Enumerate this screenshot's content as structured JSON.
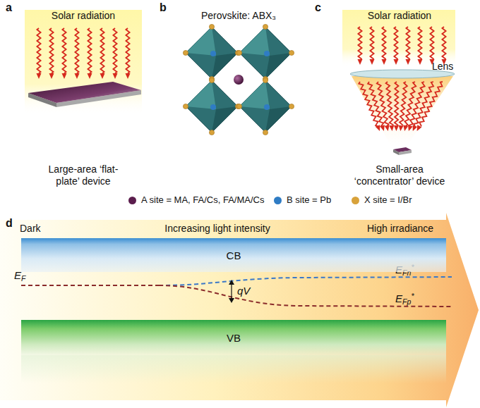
{
  "diagram": {
    "nodes": [
      {
        "text": [
          "CB"
        ]
      },
      {
        "text": [
          "VB"
        ]
      }
    ],
    "labels": [
      "a",
      "Solar radiation",
      "Large-area ‘flat-plate’ device",
      "b",
      "Perovskite: ABX₃",
      "c",
      "Solar radiation",
      "Lens",
      "Small-area ‘concentrator’ device",
      "d",
      "Dark",
      "Increasing light intensity",
      "High irradiance",
      "EF",
      "qV",
      "EFn*",
      "EFp*"
    ],
    "legend": [
      {
        "text": "A site = MA, FA/Cs, FA/MA/Cs",
        "color": "#5b1d4d"
      },
      {
        "text": "B site = Pb",
        "color": "#2f7cc4"
      },
      {
        "text": "X site = I/Br",
        "color": "#d8a23a"
      }
    ]
  }
}
